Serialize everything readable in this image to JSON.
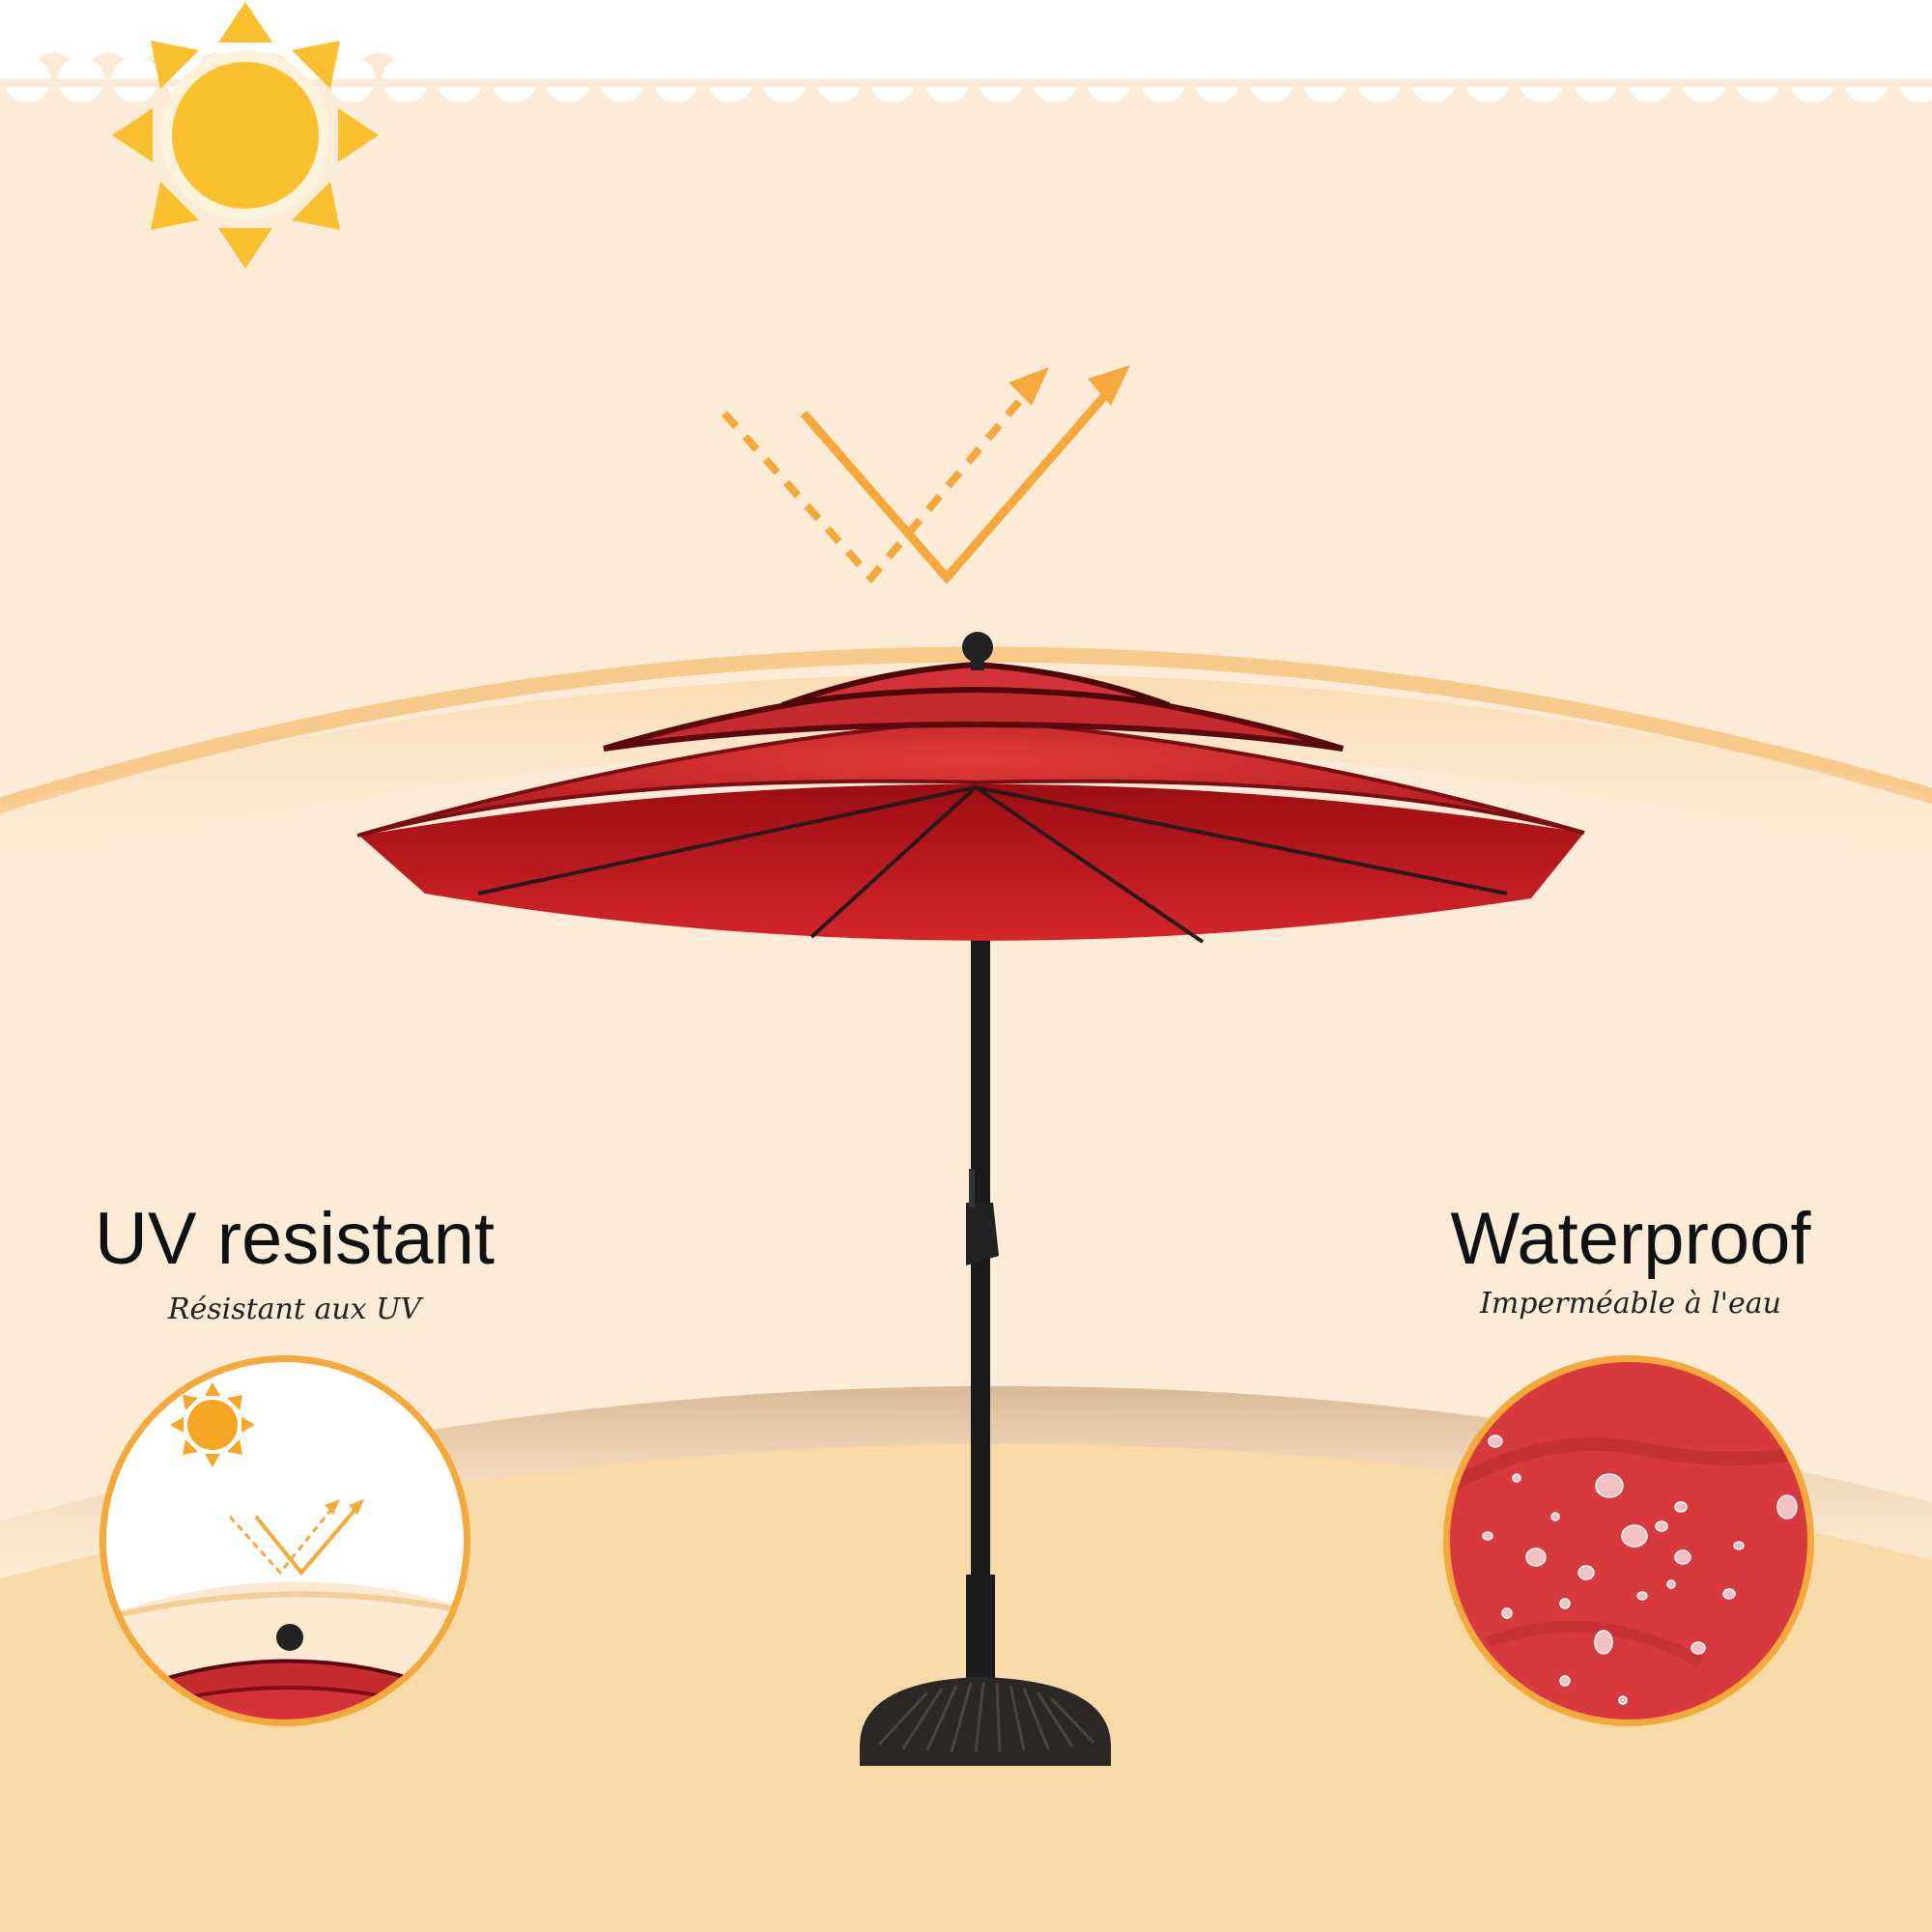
{
  "features": [
    {
      "title": "UV resistant",
      "subtitle": "Résistant aux UV",
      "icon": "uv-reflection-icon"
    },
    {
      "title": "Waterproof",
      "subtitle": "Imperméable à l'eau",
      "icon": "water-droplets-icon"
    }
  ],
  "colors": {
    "background": "#fcebd6",
    "ground": "#f8d9a8",
    "accent": "#f4a93a",
    "sun": "#fbc02d",
    "canopy": "#c8262c",
    "pole": "#1a1a1a"
  }
}
